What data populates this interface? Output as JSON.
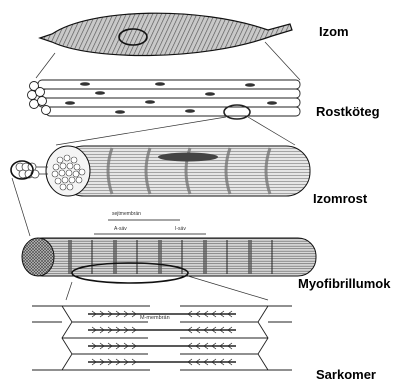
{
  "labels": {
    "izom": "Izom",
    "rostkoteg": "Rostköteg",
    "izomrost": "Izomrost",
    "myofibrillumok": "Myofibrillumok",
    "sarkomer": "Sarkomer"
  },
  "annotations": {
    "membrane_top": "sejtmembrán",
    "a_band": "A-sáv",
    "i_band": "I-sáv",
    "m_membrane": "M-membrán"
  }
}
